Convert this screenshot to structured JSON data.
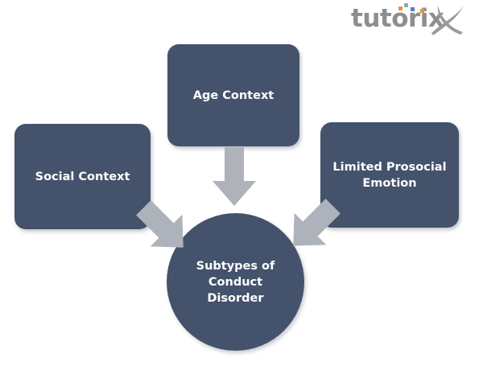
{
  "logo": {
    "wordmark": "tutorix",
    "colors": {
      "text": "#8e8e8e",
      "square_orange": "#e8943f",
      "square_teal": "#7fb4a6",
      "square_blue": "#5b7fae"
    }
  },
  "theme": {
    "background": "#ffffff",
    "node_fill": "#44536b",
    "node_text": "#ffffff",
    "arrow_fill": "#aeb2ba"
  },
  "diagram": {
    "type": "concept-map",
    "center": {
      "id": "subtypes-of-conduct-disorder",
      "label": "Subtypes of\nConduct\nDisorder",
      "shape": "circle"
    },
    "nodes": [
      {
        "id": "social-context",
        "label": "Social Context",
        "shape": "rounded-rect",
        "position": "left"
      },
      {
        "id": "age-context",
        "label": "Age Context",
        "shape": "rounded-rect",
        "position": "top"
      },
      {
        "id": "limited-prosocial-emotion",
        "label": "Limited Prosocial\nEmotion",
        "shape": "rounded-rect",
        "position": "right"
      }
    ],
    "arrows": [
      {
        "id": "arrow-social-to-center",
        "from": "social-context",
        "to": "subtypes-of-conduct-disorder",
        "direction": "down-right"
      },
      {
        "id": "arrow-age-to-center",
        "from": "age-context",
        "to": "subtypes-of-conduct-disorder",
        "direction": "down"
      },
      {
        "id": "arrow-lpe-to-center",
        "from": "limited-prosocial-emotion",
        "to": "subtypes-of-conduct-disorder",
        "direction": "down-left"
      }
    ]
  }
}
